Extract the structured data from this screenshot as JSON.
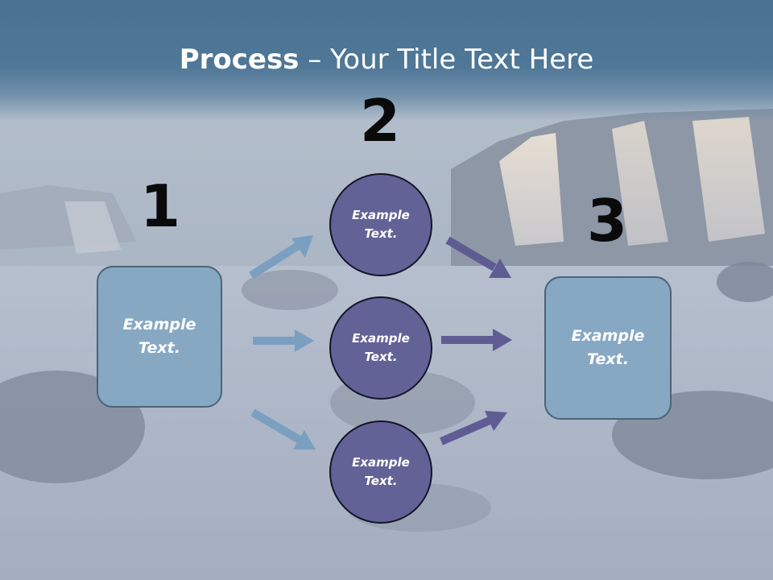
{
  "title": {
    "bold": "Process",
    "rest": " – Your Title Text Here"
  },
  "steps": {
    "one": {
      "number": "1",
      "text": "Example Text."
    },
    "two": {
      "number": "2",
      "items": [
        {
          "text": "Example Text."
        },
        {
          "text": "Example Text."
        },
        {
          "text": "Example Text."
        }
      ]
    },
    "three": {
      "number": "3",
      "text": "Example Text."
    }
  },
  "colors": {
    "title_bar": "#4f7797",
    "box_fill": "#87a8c3",
    "circle_fill": "#636296",
    "arrow_light": "#7a9fc0",
    "arrow_dark": "#5f5c94"
  }
}
